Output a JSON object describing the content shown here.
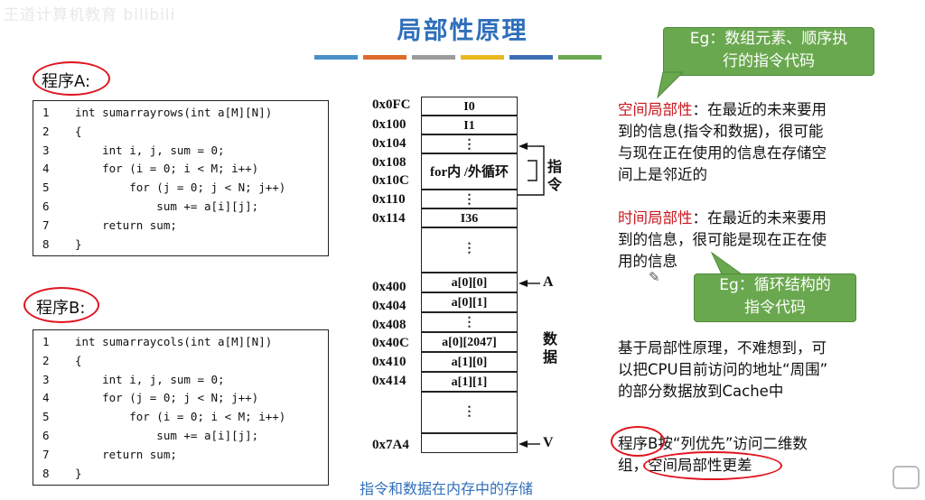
{
  "watermark": "王道计算机教育 bilibili",
  "slide": {
    "title": "局部性原理",
    "stripe_colors": [
      "#4a90c8",
      "#e06a2c",
      "#9b9b9b",
      "#e8b820",
      "#3c6eb4",
      "#6aa84f"
    ]
  },
  "program_a": {
    "label": "程序A:",
    "lines": [
      {
        "no": "1",
        "code": "int sumarrayrows(int a[M][N])"
      },
      {
        "no": "2",
        "code": "{"
      },
      {
        "no": "3",
        "code": "    int i, j, sum = 0;"
      },
      {
        "no": "4",
        "code": "    for (i = 0; i < M; i++)"
      },
      {
        "no": "5",
        "code": "        for (j = 0; j < N; j++)"
      },
      {
        "no": "6",
        "code": "            sum += a[i][j];"
      },
      {
        "no": "7",
        "code": "    return sum;"
      },
      {
        "no": "8",
        "code": "}"
      }
    ]
  },
  "program_b": {
    "label": "程序B:",
    "lines": [
      {
        "no": "1",
        "code": "int sumarraycols(int a[M][N])"
      },
      {
        "no": "2",
        "code": "{"
      },
      {
        "no": "3",
        "code": "    int i, j, sum = 0;"
      },
      {
        "no": "4",
        "code": "    for (j = 0; j < N; j++)"
      },
      {
        "no": "5",
        "code": "        for (i = 0; i < M; i++)"
      },
      {
        "no": "6",
        "code": "            sum += a[i][j];"
      },
      {
        "no": "7",
        "code": "    return sum;"
      },
      {
        "no": "8",
        "code": "}"
      }
    ]
  },
  "memory": {
    "addresses": [
      "0x0FC",
      "0x100",
      "0x104",
      "0x108",
      "0x10C",
      "0x110",
      "0x114",
      "0x400",
      "0x404",
      "0x408",
      "0x40C",
      "0x410",
      "0x414",
      "0x7A4"
    ],
    "cells": {
      "i0": "I0",
      "i1": "I1",
      "dots1": "⋮",
      "loop": "for内 /外循环",
      "dots2": "⋮",
      "i36": "I36",
      "dots3": "⋮",
      "a00": "a[0][0]",
      "a01": "a[0][1]",
      "dots4": "⋮",
      "a02047": "a[0][2047]",
      "a10": "a[1][0]",
      "a11": "a[1][1]",
      "dots5": "⋮"
    },
    "instr_label": "指令",
    "data_label": "数据",
    "pointer_a": "A",
    "pointer_v": "V",
    "caption": "指令和数据在内存中的存储"
  },
  "bubble_top": {
    "line1": "Eg：数组元素、顺序执",
    "line2": "行的指令代码"
  },
  "spatial": {
    "term": "空间局部性",
    "line1_rest": "：在最近的未来要用",
    "line2": "到的信息(指令和数据)，很可能",
    "line3": "与现在正在使用的信息在存储空",
    "line4": "间上是邻近的"
  },
  "temporal": {
    "term": "时间局部性",
    "line1_rest": "：在最近的未来要用",
    "line2": "到的信息，很可能是现在正在使",
    "line3": "用的信息"
  },
  "bubble_mid": {
    "line1": "Eg：循环结构的",
    "line2": "指令代码"
  },
  "cache": {
    "line1": "基于局部性原理，不难想到，可",
    "line2": "以把CPU目前访问的地址“周围”",
    "line3": "的部分数据放到Cache中"
  },
  "conclusion": {
    "line1": "程序B按“列优先”访问二维数",
    "line2_a": "组，",
    "line2_b": "空间局部性更差"
  }
}
